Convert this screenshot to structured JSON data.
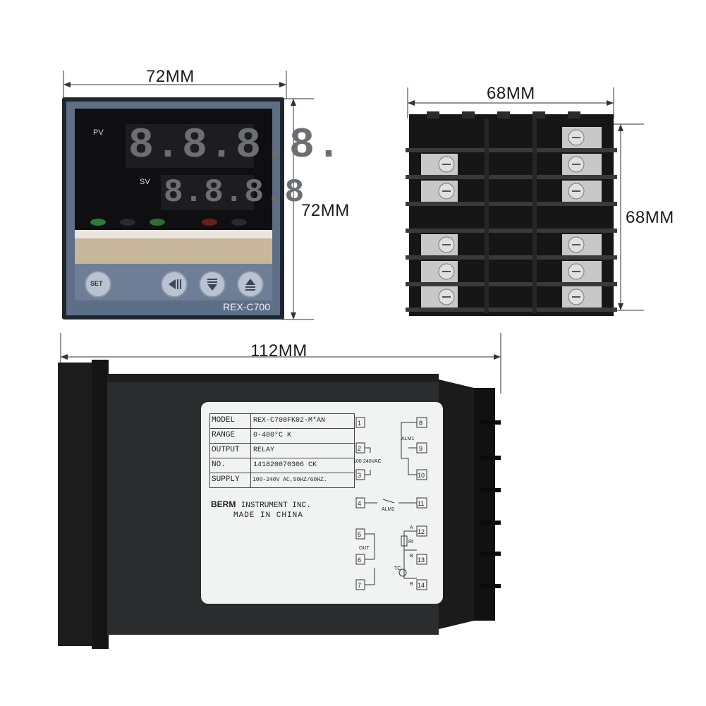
{
  "dimensions": {
    "front_width": "72MM",
    "front_height": "72MM",
    "rear_width": "68MM",
    "rear_height": "68MM",
    "side_length": "112MM"
  },
  "front_panel": {
    "pv_label": "PV",
    "sv_label": "SV",
    "pv_digits": "8.8.8.8.",
    "sv_digits": "8.8.8.8",
    "set_button": "SET",
    "brand": "REX-C700"
  },
  "label": {
    "rows": [
      {
        "key": "MODEL",
        "value": "REX-C700FK02-M*AN"
      },
      {
        "key": "RANGE",
        "value": "0-400°C K"
      },
      {
        "key": "OUTPUT",
        "value": "RELAY"
      },
      {
        "key": "NO.",
        "value": "141820070306 CK"
      },
      {
        "key": "SUPPLY",
        "value": "100-240V AC,50HZ/60HZ."
      }
    ],
    "maker_brand": "BERM",
    "maker_rest": "INSTRUMENT INC.",
    "origin": "MADE IN CHINA",
    "terminals": [
      "1",
      "2",
      "3",
      "4",
      "5",
      "6",
      "7",
      "8",
      "9",
      "10",
      "11",
      "12",
      "13",
      "14"
    ],
    "power_text": "100-240VAC",
    "alm1": "ALM1",
    "alm2": "ALM2",
    "out": "OUT",
    "rt": "Rt",
    "tc": "TC",
    "a_mark": "A",
    "b_mark_1": "B",
    "b_mark_2": "B"
  }
}
